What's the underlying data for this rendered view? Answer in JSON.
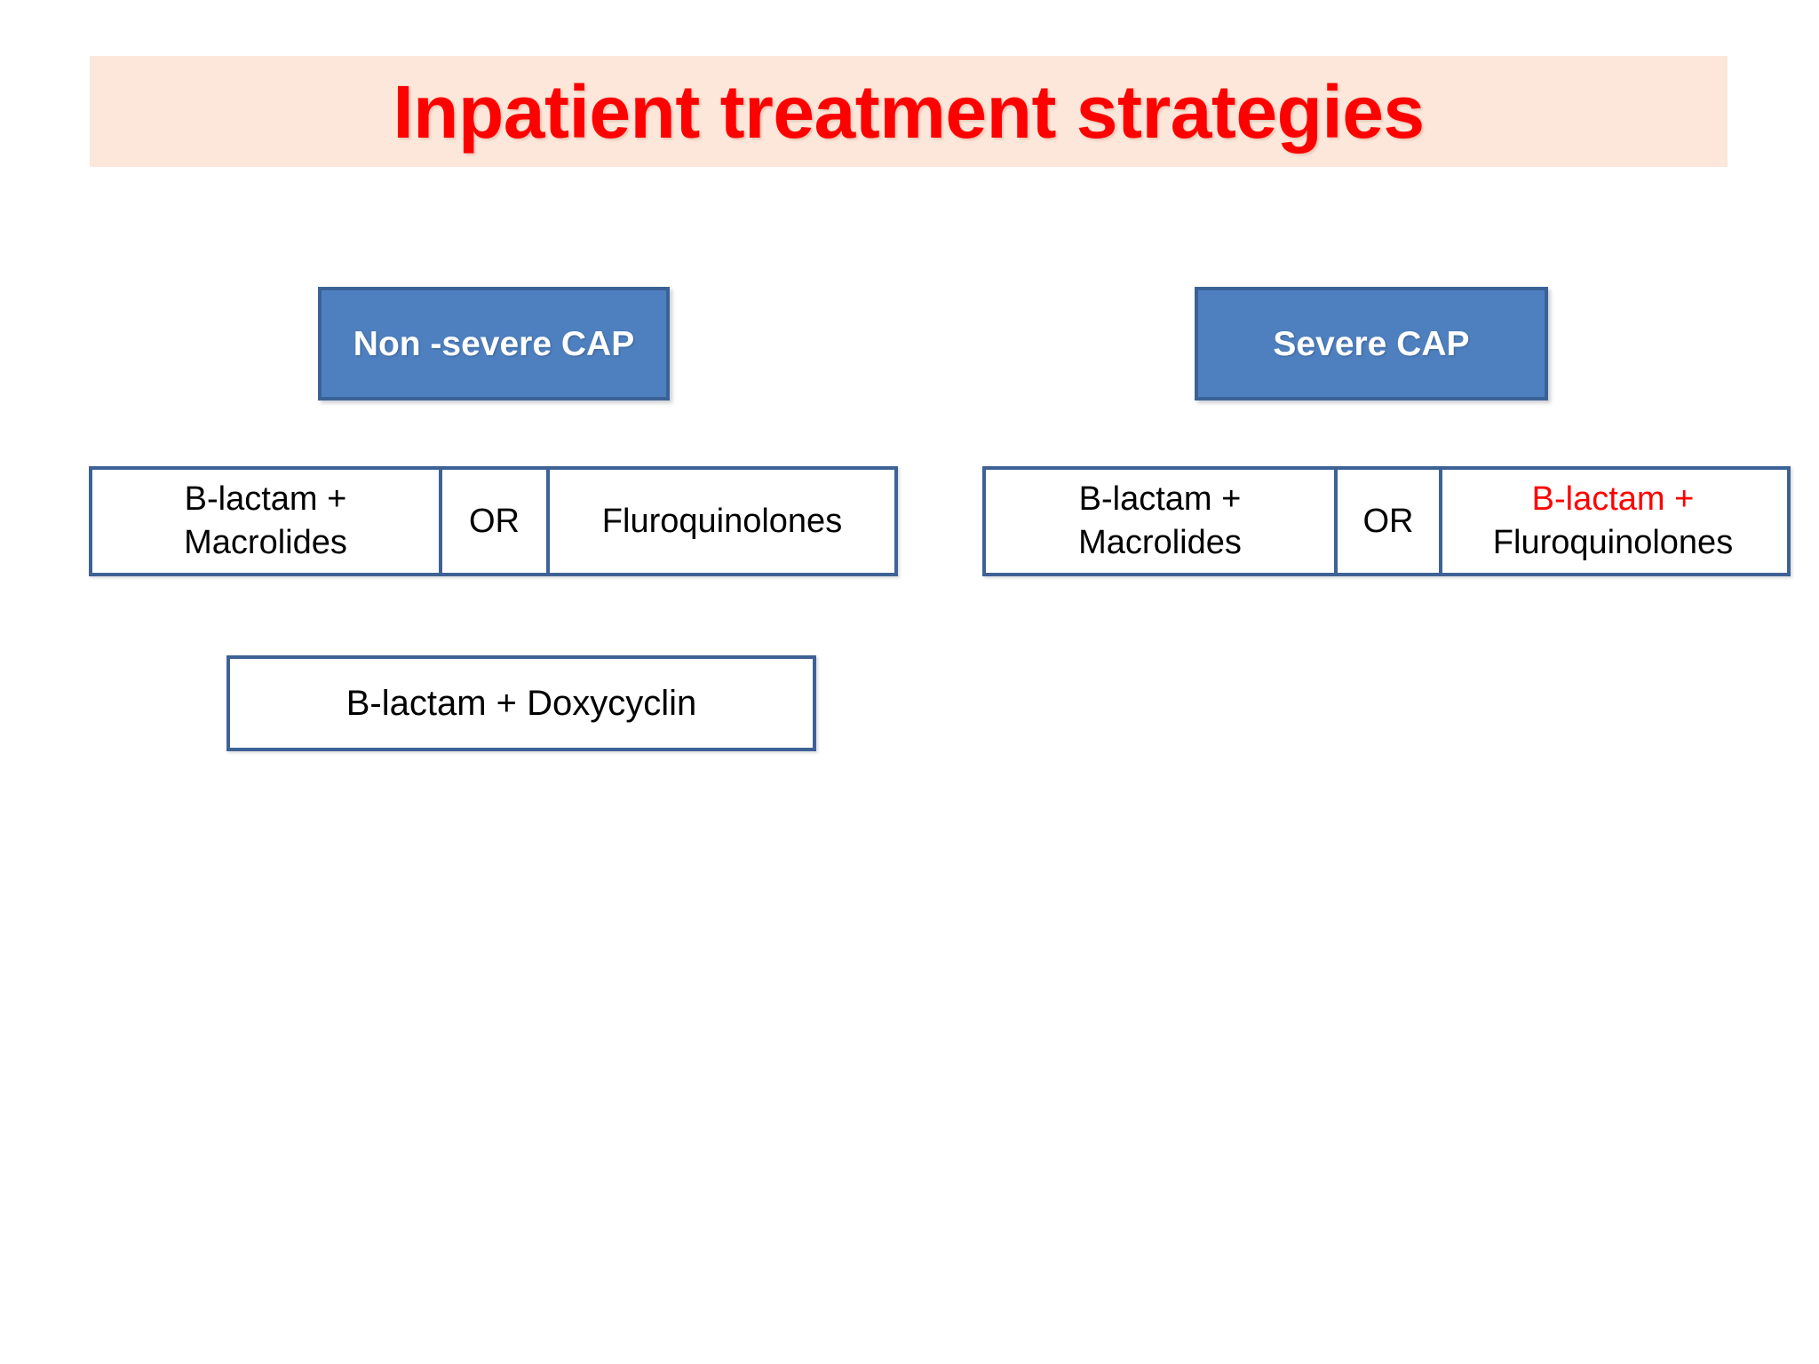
{
  "slide": {
    "title": "Inpatient treatment strategies",
    "title_color": "#ff0000",
    "title_band_color": "#fce7da",
    "background_color": "#ffffff"
  },
  "columns": [
    {
      "header": "Non -severe CAP",
      "header_fill": "#4e80c0",
      "header_border": "#3a6296",
      "header_text_color": "#ffffff",
      "options_row": {
        "cells": [
          {
            "lines": [
              {
                "text": "B-lactam +",
                "color": "#000000"
              },
              {
                "text": "Macrolides",
                "color": "#000000"
              }
            ]
          },
          {
            "lines": [
              {
                "text": "OR",
                "color": "#000000"
              }
            ]
          },
          {
            "lines": [
              {
                "text": "Fluroquinolones",
                "color": "#000000"
              }
            ]
          }
        ]
      },
      "extra_option": {
        "text": "B-lactam + Doxycyclin",
        "color": "#000000"
      }
    },
    {
      "header": "Severe CAP",
      "header_fill": "#4e80c0",
      "header_border": "#3a6296",
      "header_text_color": "#ffffff",
      "options_row": {
        "cells": [
          {
            "lines": [
              {
                "text": "B-lactam +",
                "color": "#000000"
              },
              {
                "text": "Macrolides",
                "color": "#000000"
              }
            ]
          },
          {
            "lines": [
              {
                "text": "OR",
                "color": "#000000"
              }
            ]
          },
          {
            "lines": [
              {
                "text": "B-lactam +",
                "color": "#ff0000"
              },
              {
                "text": "Fluroquinolones",
                "color": "#000000"
              }
            ]
          }
        ]
      }
    }
  ]
}
